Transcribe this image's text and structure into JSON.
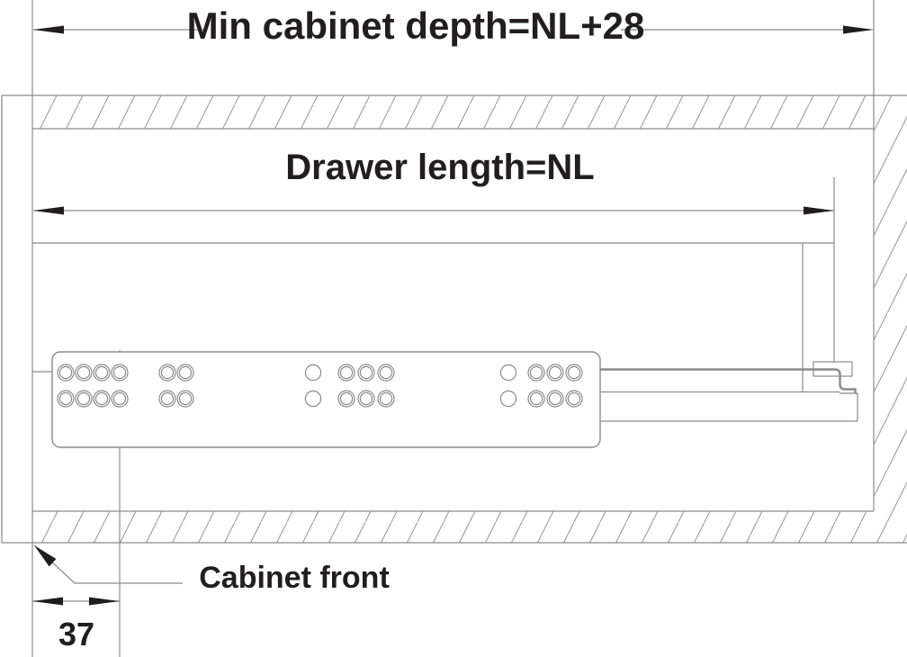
{
  "diagram": {
    "type": "technical-installation-drawing",
    "subject": "drawer slide mounted in cabinet side section"
  },
  "labels": {
    "min_cabinet_depth": "Min cabinet depth=NL+28",
    "drawer_length": "Drawer length=NL",
    "cabinet_front": "Cabinet front",
    "front_offset": "37"
  },
  "colors": {
    "background": "#ffffff",
    "line_gray": "#8b8b8b",
    "hatch_gray": "#9c9c9c",
    "ink_black": "#1f1d1e",
    "text_dark": "#221e1f"
  },
  "slide_rail": {
    "hole_row_centers_y": [
      414,
      443
    ],
    "hole_outer_radius": 9,
    "hole_inner_radius": 6.6,
    "single_hole_radius": 8.6,
    "hole_groups": [
      {
        "type": "double",
        "x": [
          73,
          93,
          113,
          133
        ]
      },
      {
        "type": "double",
        "x": [
          186,
          206
        ]
      },
      {
        "type": "single",
        "x": [
          348
        ]
      },
      {
        "type": "double",
        "x": [
          385,
          407,
          429
        ]
      },
      {
        "type": "single",
        "x": [
          565
        ]
      },
      {
        "type": "double",
        "x": [
          596,
          617,
          638
        ]
      }
    ]
  }
}
